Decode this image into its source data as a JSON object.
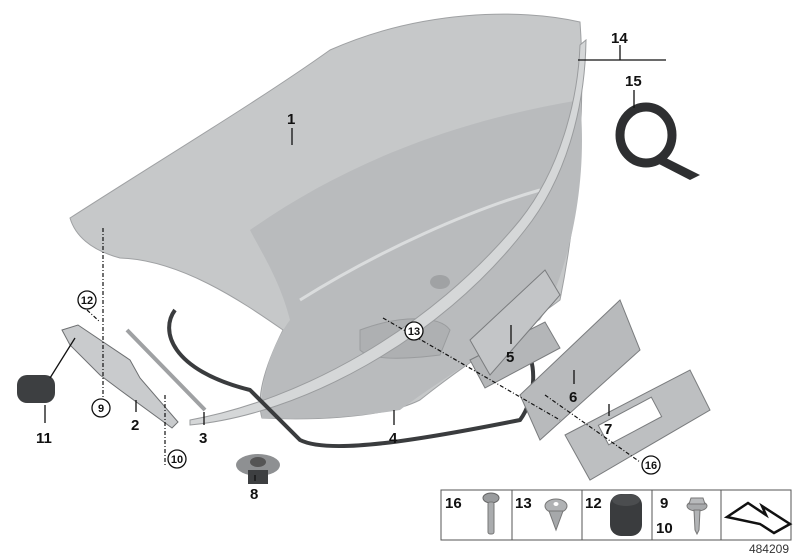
{
  "diagram": {
    "callouts": [
      {
        "id": "1",
        "text": "1"
      },
      {
        "id": "2",
        "text": "2"
      },
      {
        "id": "3",
        "text": "3"
      },
      {
        "id": "4",
        "text": "4"
      },
      {
        "id": "5",
        "text": "5"
      },
      {
        "id": "6",
        "text": "6"
      },
      {
        "id": "7",
        "text": "7"
      },
      {
        "id": "8",
        "text": "8"
      },
      {
        "id": "9",
        "text": "9"
      },
      {
        "id": "10",
        "text": "10"
      },
      {
        "id": "11",
        "text": "11"
      },
      {
        "id": "12",
        "text": "12"
      },
      {
        "id": "13",
        "text": "13"
      },
      {
        "id": "14",
        "text": "14"
      },
      {
        "id": "15",
        "text": "15"
      },
      {
        "id": "16",
        "text": "16"
      }
    ],
    "legend": [
      {
        "labels": [
          "16"
        ],
        "icon": "torx-bolt-icon"
      },
      {
        "labels": [
          "13"
        ],
        "icon": "expanding-rivet-icon"
      },
      {
        "labels": [
          "12"
        ],
        "icon": "rubber-cap-icon"
      },
      {
        "labels": [
          "9",
          "10"
        ],
        "icon": "hex-screw-icon"
      },
      {
        "labels": [],
        "icon": "bracket-profile-icon"
      }
    ],
    "reference_number": "484209",
    "colors": {
      "panel": "#c6c8c9",
      "panel_dark": "#a9abad",
      "rubber": "#3a3c3e",
      "line": "#111111"
    }
  }
}
